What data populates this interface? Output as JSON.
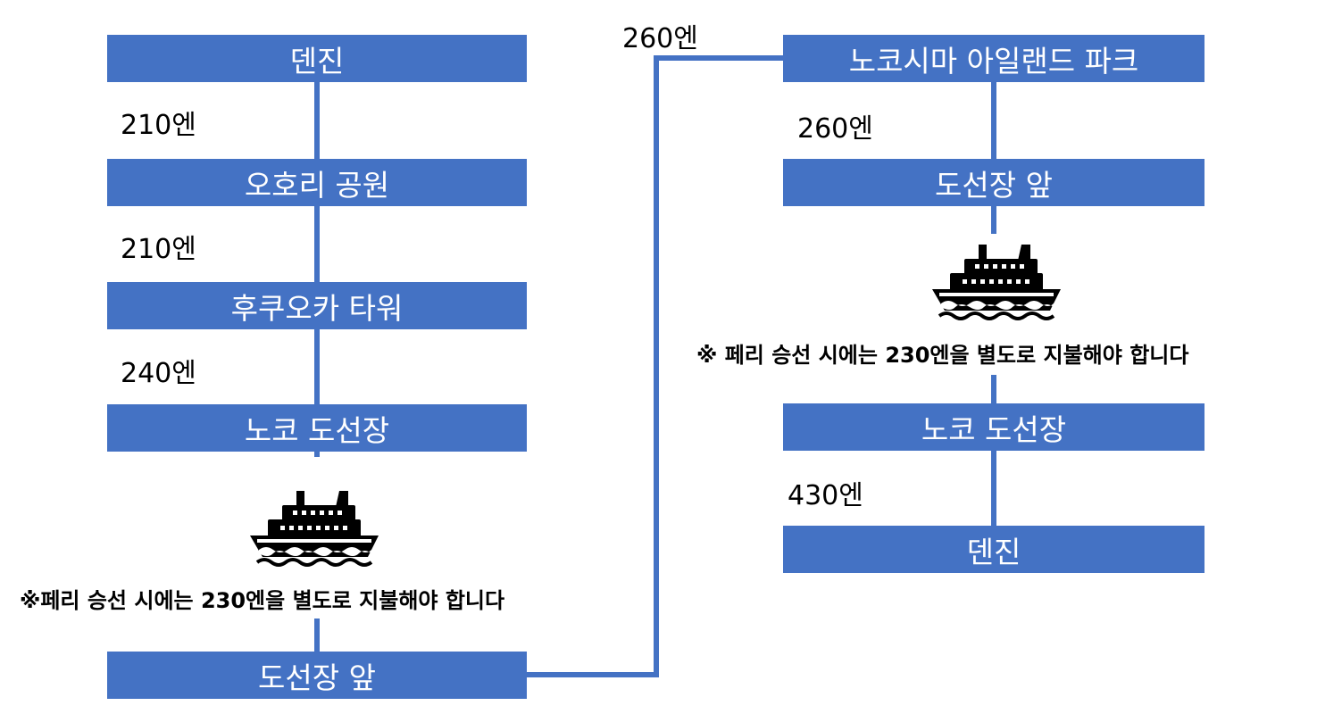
{
  "colors": {
    "accent": "#4472C4",
    "text": "#000000",
    "box_text": "#FFFFFF"
  },
  "left_route": {
    "stops": [
      "덴진",
      "오호리 공원",
      "후쿠오카 타워",
      "노코 도선장",
      "도선장 앞"
    ],
    "fares": [
      "210엔",
      "210엔",
      "240엔"
    ],
    "ferry_icon": "ferry-icon",
    "ferry_note": "※페리 승선 시에는 230엔을 별도로 지불해야 합니다"
  },
  "connector_fare": "260엔",
  "right_route": {
    "stops": [
      "노코시마 아일랜드 파크",
      "도선장 앞",
      "노코 도선장",
      "덴진"
    ],
    "fares": [
      "260엔",
      "430엔"
    ],
    "ferry_icon": "ferry-icon",
    "ferry_note": "※ 페리 승선 시에는 230엔을 별도로 지불해야 합니다"
  }
}
